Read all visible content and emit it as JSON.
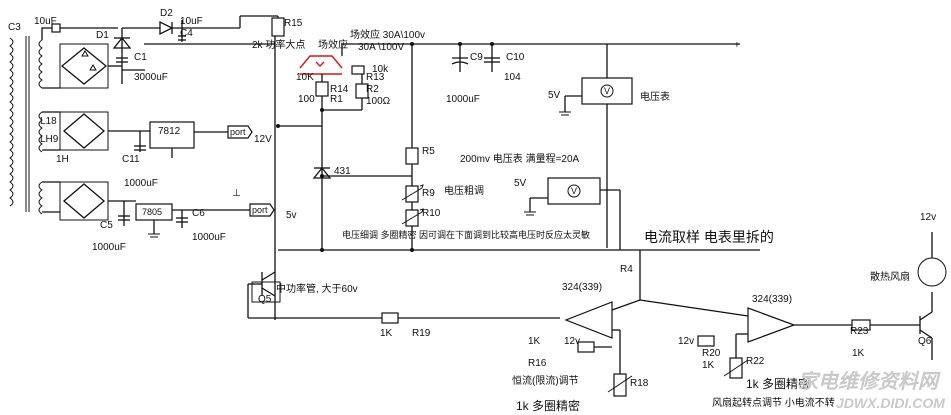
{
  "labels": {
    "c3": "C3",
    "c3_val": "10uF",
    "d1": "D1",
    "d2": "D2",
    "c4_val": "10uF",
    "c4": "C4",
    "c1": "C1",
    "c1_val": "3000uF",
    "r15": "R15",
    "r15_note": "2k 功率大点",
    "fet_note": "场效应",
    "fet_top": "场效应 30A\\100v",
    "fet_mid": "30A \\100V",
    "k10_a": "10K",
    "k10_b": "10k",
    "r14": "R14",
    "r13": "R13",
    "r2": "R2",
    "r1": "R1",
    "r100_a": "100",
    "r100_b": "100Ω",
    "c9": "C9",
    "c10": "C10",
    "c9_val": "1000uF",
    "c10_val": "104",
    "plus": "+",
    "l18": "L18",
    "lh9": "LH9",
    "l1h": "1H",
    "u7812": "7812",
    "port1": "port",
    "v12_reg": "12V",
    "c11": "C11",
    "c11_val": "1000uF",
    "v5_a": "5V",
    "voltmeter": "电压表",
    "r5": "R5",
    "z431": "431",
    "meter_note": "200mv 电压表  满量程=20A",
    "v5_b": "5V",
    "r9": "R9",
    "r9_note": "电压粗调",
    "r10": "R10",
    "gnd_sym": "⊥",
    "u7805": "7805",
    "port2": "port",
    "c6": "C6",
    "c5": "C5",
    "c5_val": "1000uF",
    "c6_val": "1000uF",
    "v5_c": "5v",
    "fine_note": "电压细调  多圈精密  因可调在下面调到比较高电压时反应太灵敏",
    "shunt_note": "电流取样  电表里拆的",
    "r4": "R4",
    "v12_fan": "12v",
    "fan_note": "散热风扇",
    "op1": "324(339)",
    "op2": "324(339)",
    "q5_note": "中功率管, 大于60v",
    "q5": "Q5",
    "k1_r19": "1K",
    "r19": "R19",
    "k1_r16": "1K",
    "r16": "R16",
    "v12_op1": "12v",
    "v12_op2": "12v",
    "r20": "R20",
    "k1_r20": "1K",
    "r22": "R22",
    "r23": "R23",
    "k1_r23": "1K",
    "q6": "Q6",
    "cc_note": "恒流(限流)调节",
    "r18": "R18",
    "cc_pot": "1k 多圈精密",
    "fan_pot": "1k 多圈精密",
    "fan_note2": "风扇起转点调节  小电流不转",
    "watermark": "家电维修资料网",
    "watermark2": "JDWX.DIDI.COM"
  }
}
